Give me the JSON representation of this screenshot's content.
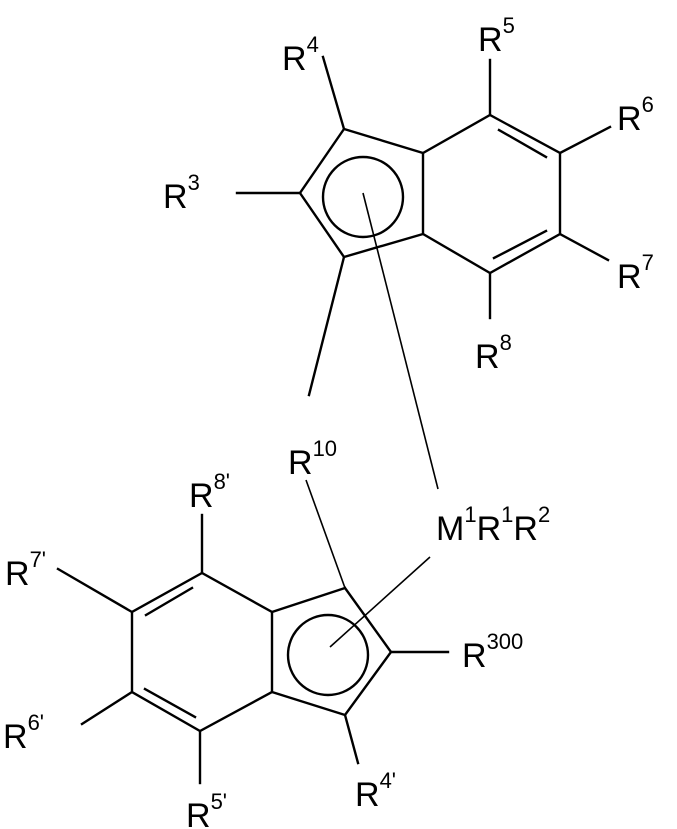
{
  "diagram": {
    "type": "chemical-structure",
    "description": "Bridged bis-indenyl metallocene",
    "labels": {
      "r3": {
        "base": "R",
        "sup": "3"
      },
      "r4": {
        "base": "R",
        "sup": "4"
      },
      "r5": {
        "base": "R",
        "sup": "5"
      },
      "r6": {
        "base": "R",
        "sup": "6"
      },
      "r7": {
        "base": "R",
        "sup": "7"
      },
      "r8": {
        "base": "R",
        "sup": "8"
      },
      "r10": {
        "base": "R",
        "sup": "10"
      },
      "metal": {
        "m": "M",
        "m_sup": "1",
        "r1": "R",
        "r1_sup": "1",
        "r2": "R",
        "r2_sup": "2"
      },
      "r300": {
        "base": "R",
        "sup": "300"
      },
      "r4p": {
        "base": "R",
        "sup": "4'"
      },
      "r5p": {
        "base": "R",
        "sup": "5'"
      },
      "r6p": {
        "base": "R",
        "sup": "6'"
      },
      "r7p": {
        "base": "R",
        "sup": "7'"
      },
      "r8p": {
        "base": "R",
        "sup": "8'"
      }
    }
  }
}
